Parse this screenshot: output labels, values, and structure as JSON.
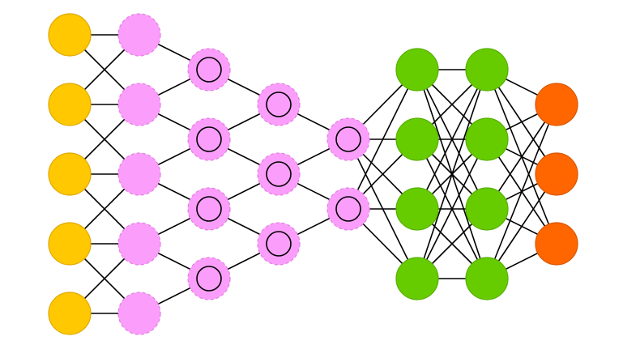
{
  "diagram": {
    "type": "neural-network",
    "edge_color": "#000000",
    "layers": [
      {
        "count": 5,
        "fill": "#FFC800",
        "stroke": "#E0A800",
        "style": "plain",
        "marker": "none"
      },
      {
        "count": 5,
        "fill": "#FB9EFB",
        "stroke": "#E27FE2",
        "style": "dashed",
        "marker": "none"
      },
      {
        "count": 4,
        "fill": "#FB9EFB",
        "stroke": "#E27FE2",
        "style": "dashed",
        "marker": "ring"
      },
      {
        "count": 3,
        "fill": "#FB9EFB",
        "stroke": "#E27FE2",
        "style": "dashed",
        "marker": "ring"
      },
      {
        "count": 2,
        "fill": "#FB9EFB",
        "stroke": "#E27FE2",
        "style": "dashed",
        "marker": "ring"
      },
      {
        "count": 4,
        "fill": "#66CC00",
        "stroke": "#55B000",
        "style": "plain",
        "marker": "none"
      },
      {
        "count": 4,
        "fill": "#66CC00",
        "stroke": "#55B000",
        "style": "plain",
        "marker": "none"
      },
      {
        "count": 3,
        "fill": "#FF6600",
        "stroke": "#D95500",
        "style": "plain",
        "marker": "none"
      }
    ],
    "connections": [
      {
        "from_layer": 0,
        "to_layer": 1,
        "pattern": "local"
      },
      {
        "from_layer": 1,
        "to_layer": 2,
        "pattern": "local"
      },
      {
        "from_layer": 2,
        "to_layer": 3,
        "pattern": "local"
      },
      {
        "from_layer": 3,
        "to_layer": 4,
        "pattern": "local"
      },
      {
        "from_layer": 4,
        "to_layer": 5,
        "pattern": "full"
      },
      {
        "from_layer": 5,
        "to_layer": 6,
        "pattern": "full"
      },
      {
        "from_layer": 6,
        "to_layer": 7,
        "pattern": "full"
      }
    ]
  }
}
